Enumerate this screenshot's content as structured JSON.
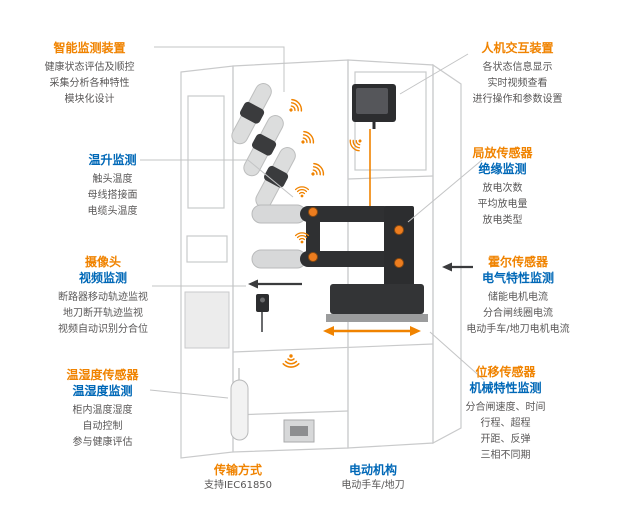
{
  "colors": {
    "accent_orange": "#F08300",
    "accent_blue": "#0068B7",
    "body_text_gray": "#595757",
    "cabinet_line_gray": "#C9CACB",
    "component_dark": "#2C2D2F",
    "sensor_ball_orange": "#ED7D1F"
  },
  "callouts": {
    "left": [
      {
        "titles": [
          {
            "text": "智能监测装置",
            "color": "orange"
          }
        ],
        "lines": [
          "健康状态评估及顺控",
          "采集分析各种特性",
          "模块化设计"
        ]
      },
      {
        "titles": [
          {
            "text": "温升监测",
            "color": "blue"
          }
        ],
        "lines": [
          "触头温度",
          "母线搭接面",
          "电缆头温度"
        ]
      },
      {
        "titles": [
          {
            "text": "摄像头",
            "color": "orange"
          },
          {
            "text": "视频监测",
            "color": "blue"
          }
        ],
        "lines": [
          "断路器移动轨迹监视",
          "地刀断开轨迹监视",
          "视频自动识别分合位"
        ]
      },
      {
        "titles": [
          {
            "text": "温湿度传感器",
            "color": "orange"
          },
          {
            "text": "温湿度监测",
            "color": "blue"
          }
        ],
        "lines": [
          "柜内温度湿度",
          "自动控制",
          "参与健康评估"
        ]
      }
    ],
    "right": [
      {
        "titles": [
          {
            "text": "人机交互装置",
            "color": "orange"
          }
        ],
        "lines": [
          "各状态信息显示",
          "实时视频查看",
          "进行操作和参数设置"
        ]
      },
      {
        "titles": [
          {
            "text": "局放传感器",
            "color": "orange"
          },
          {
            "text": "绝缘监测",
            "color": "blue"
          }
        ],
        "lines": [
          "放电次数",
          "平均放电量",
          "放电类型"
        ]
      },
      {
        "titles": [
          {
            "text": "霍尔传感器",
            "color": "orange"
          },
          {
            "text": "电气特性监测",
            "color": "blue"
          }
        ],
        "lines": [
          "储能电机电流",
          "分合闸线圈电流",
          "电动手车/地刀电机电流"
        ]
      },
      {
        "titles": [
          {
            "text": "位移传感器",
            "color": "orange"
          },
          {
            "text": "机械特性监测",
            "color": "blue"
          }
        ],
        "lines": [
          "分合闸速度、时间",
          "行程、超程",
          "开距、反弹",
          "三相不同期"
        ]
      }
    ],
    "bottom": [
      {
        "titles": [
          {
            "text": "传输方式",
            "color": "orange"
          }
        ],
        "lines": [
          "支持IEC61850"
        ]
      },
      {
        "titles": [
          {
            "text": "电动机构",
            "color": "blue"
          }
        ],
        "lines": [
          "电动手车/地刀"
        ]
      }
    ]
  },
  "icons": {
    "wifi": "wifi-signal-icon",
    "left_arrow": "left-arrow-icon",
    "double_arrow": "double-headed-arrow-icon"
  }
}
